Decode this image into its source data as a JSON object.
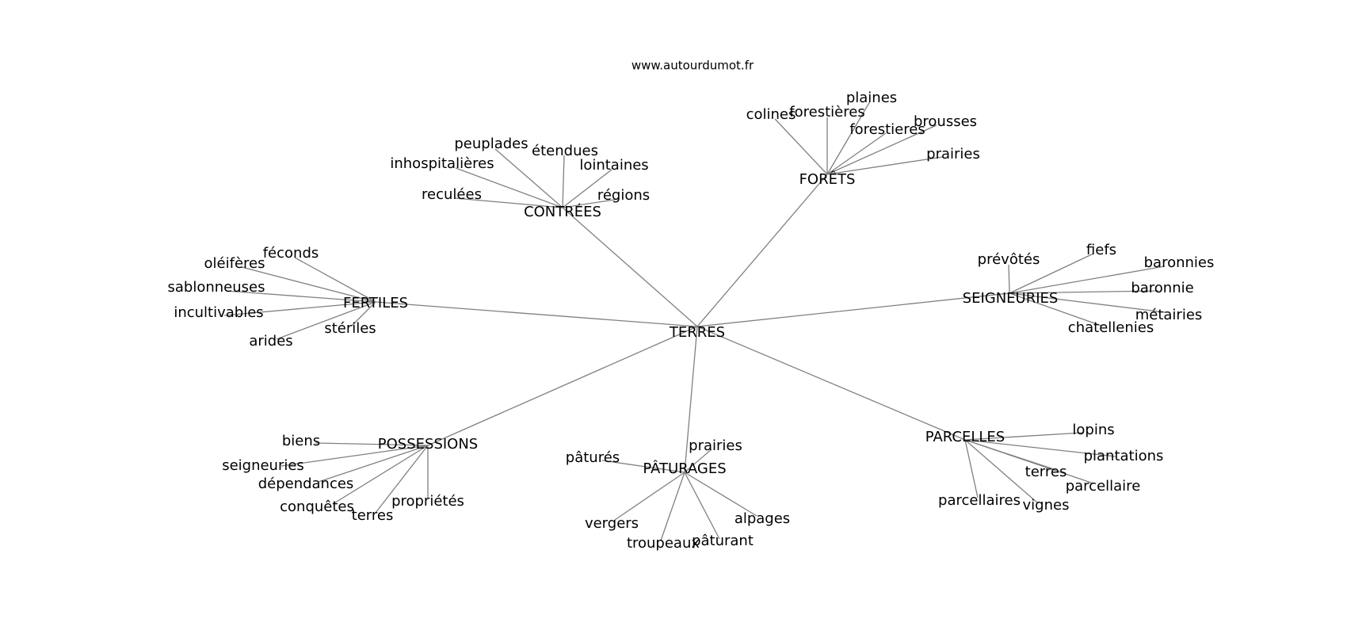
{
  "watermark": "www.autourdumot.fr",
  "colors": {
    "edge": "#808080",
    "text": "#000000",
    "background": "#ffffff"
  },
  "center": {
    "label": "TERRES"
  },
  "hubs": [
    {
      "id": "forets",
      "label": "FORÊTS",
      "leaves": [
        "colines",
        "forestières",
        "plaines",
        "forestieres",
        "brousses",
        "prairies"
      ]
    },
    {
      "id": "contrees",
      "label": "CONTRÉES",
      "leaves": [
        "peuplades",
        "étendues",
        "inhospitalières",
        "lointaines",
        "reculées",
        "régions"
      ]
    },
    {
      "id": "fertiles",
      "label": "FERTILES",
      "leaves": [
        "féconds",
        "oléifères",
        "sablonneuses",
        "incultivables",
        "stériles",
        "arides"
      ]
    },
    {
      "id": "seigneuries",
      "label": "SEIGNEURIES",
      "leaves": [
        "prévôtés",
        "fiefs",
        "baronnies",
        "baronnie",
        "métairies",
        "chatellenies"
      ]
    },
    {
      "id": "possessions",
      "label": "POSSESSIONS",
      "leaves": [
        "biens",
        "seigneuries",
        "dépendances",
        "conquêtes",
        "terres",
        "propriétés"
      ]
    },
    {
      "id": "paturages",
      "label": "PÂTURAGES",
      "leaves": [
        "prairies",
        "pâturés",
        "vergers",
        "troupeaux",
        "pâturant",
        "alpages"
      ]
    },
    {
      "id": "parcelles",
      "label": "PARCELLES",
      "leaves": [
        "lopins",
        "plantations",
        "terres",
        "parcellaire",
        "parcellaires",
        "vignes"
      ]
    }
  ]
}
